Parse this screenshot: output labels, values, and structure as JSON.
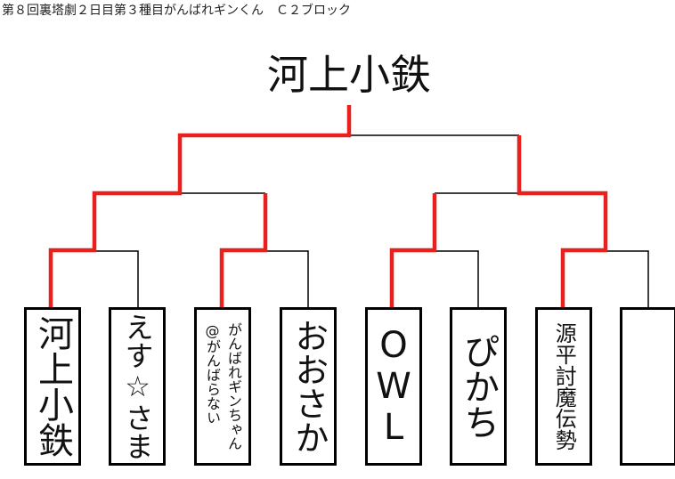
{
  "header": "第８回裏塔劇２日目第３種目がんばれギンくん　Ｃ２ブロック",
  "champion": "河上小鉄",
  "entrants": [
    {
      "name": "河上小鉄"
    },
    {
      "name": "えす☆さま"
    },
    {
      "name": "がんばれギンちゃん\n@がんばらない"
    },
    {
      "name": "おおさか"
    },
    {
      "name": "OWL"
    },
    {
      "name": "ぴかち"
    },
    {
      "name": "源平討魔伝勢"
    },
    {
      "name": ""
    }
  ],
  "colors": {
    "winner_line": "#e8201e",
    "line": "#000000"
  }
}
